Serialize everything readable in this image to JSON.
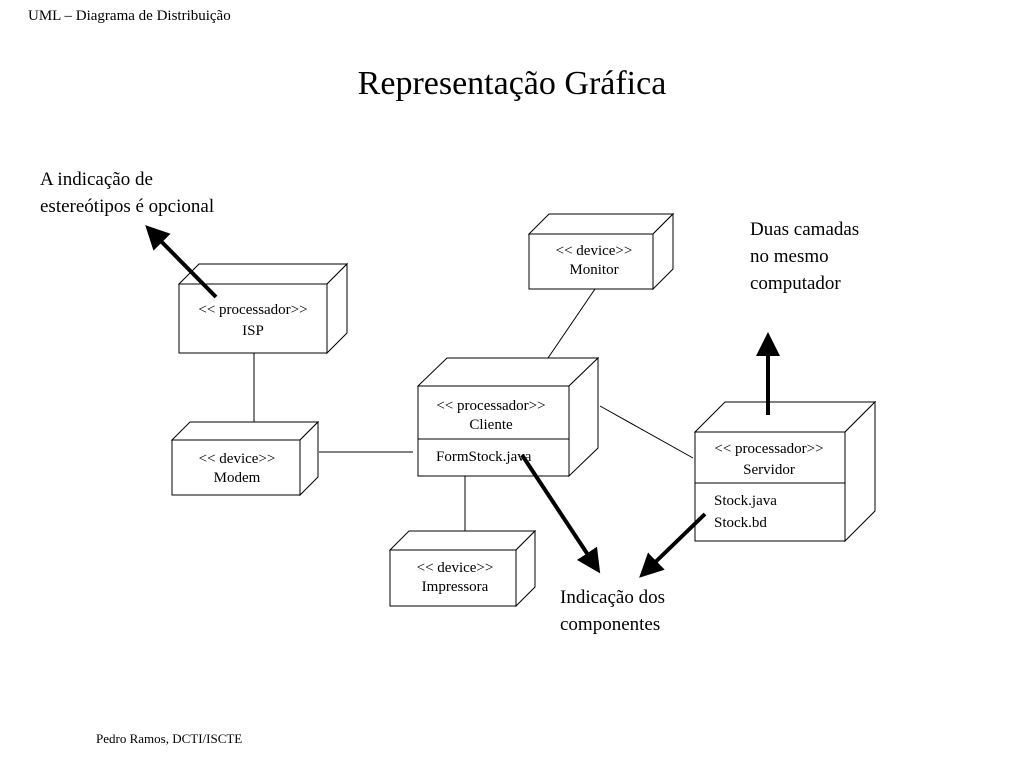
{
  "header": {
    "text": "UML – Diagrama de Distribuição"
  },
  "title": "Representação Gráfica",
  "footer": "Pedro Ramos, DCTI/ISCTE",
  "notes": {
    "stereotypes": "A indicação de\nestereótipos é opcional",
    "layers": "Duas camadas\nno mesmo\ncomputador",
    "components": "Indicação dos\ncomponentes"
  },
  "nodes": {
    "isp": {
      "stereotype": "<< processador>>",
      "name": "ISP"
    },
    "modem": {
      "stereotype": "<< device>>",
      "name": "Modem"
    },
    "monitor": {
      "stereotype": "<< device>>",
      "name": "Monitor"
    },
    "cliente": {
      "stereotype": "<< processador>>",
      "name": "Cliente",
      "components": [
        "FormStock.java"
      ]
    },
    "impressora": {
      "stereotype": "<< device>>",
      "name": "Impressora"
    },
    "servidor": {
      "stereotype": "<< processador>>",
      "name": "Servidor",
      "components": [
        "Stock.java",
        "Stock.bd"
      ]
    }
  }
}
